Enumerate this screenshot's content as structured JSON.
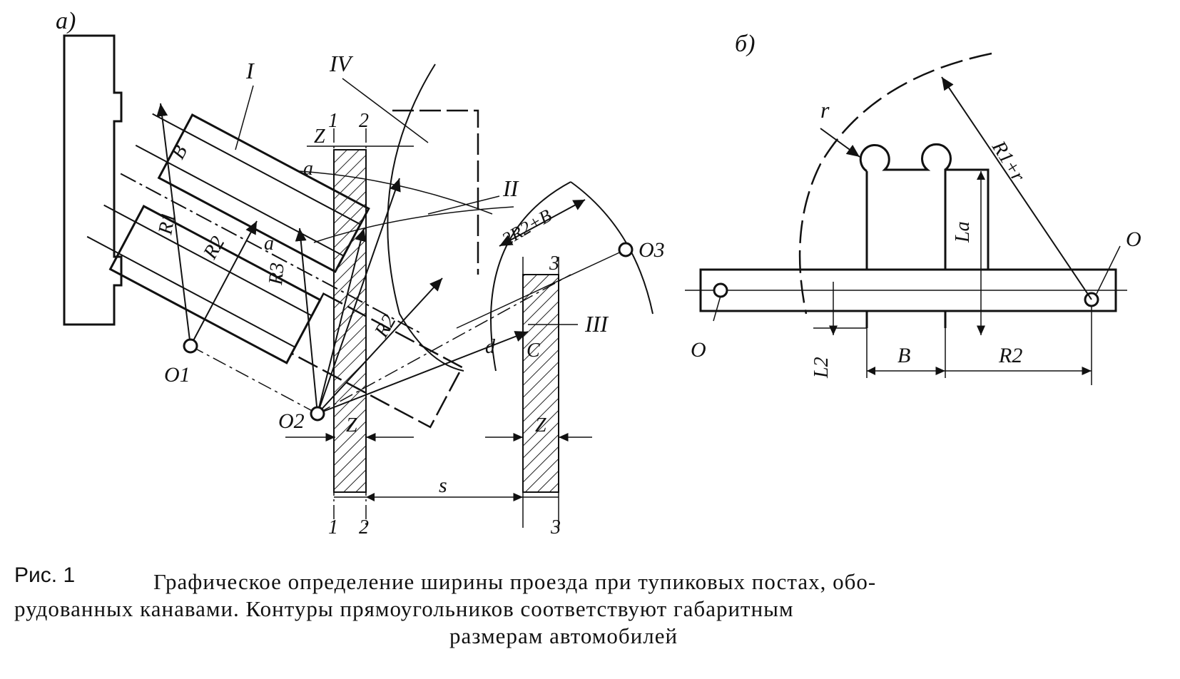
{
  "panel_a": {
    "tag": "а)",
    "roman": [
      "I",
      "II",
      "III",
      "IV"
    ],
    "line_nums": [
      "1",
      "2",
      "3"
    ],
    "centers": [
      "O1",
      "O2",
      "O3"
    ],
    "radii": [
      "R1",
      "R2",
      "R3",
      "R2"
    ],
    "dims": [
      "B",
      "a",
      "a",
      "Z",
      "Z",
      "Z",
      "d",
      "C",
      "s",
      "2R2+B"
    ]
  },
  "panel_b": {
    "tag": "б)",
    "labels": [
      "r",
      "R1+r",
      "La",
      "O",
      "O",
      "L2",
      "B",
      "R2"
    ]
  },
  "caption": {
    "label": "Рис. 1",
    "line1": "Графическое определение ширины проезда при тупиковых постах, обо-",
    "line2": "рудованных канавами. Контуры прямоугольников соответствуют габаритным",
    "line3": "размерам автомобилей"
  }
}
